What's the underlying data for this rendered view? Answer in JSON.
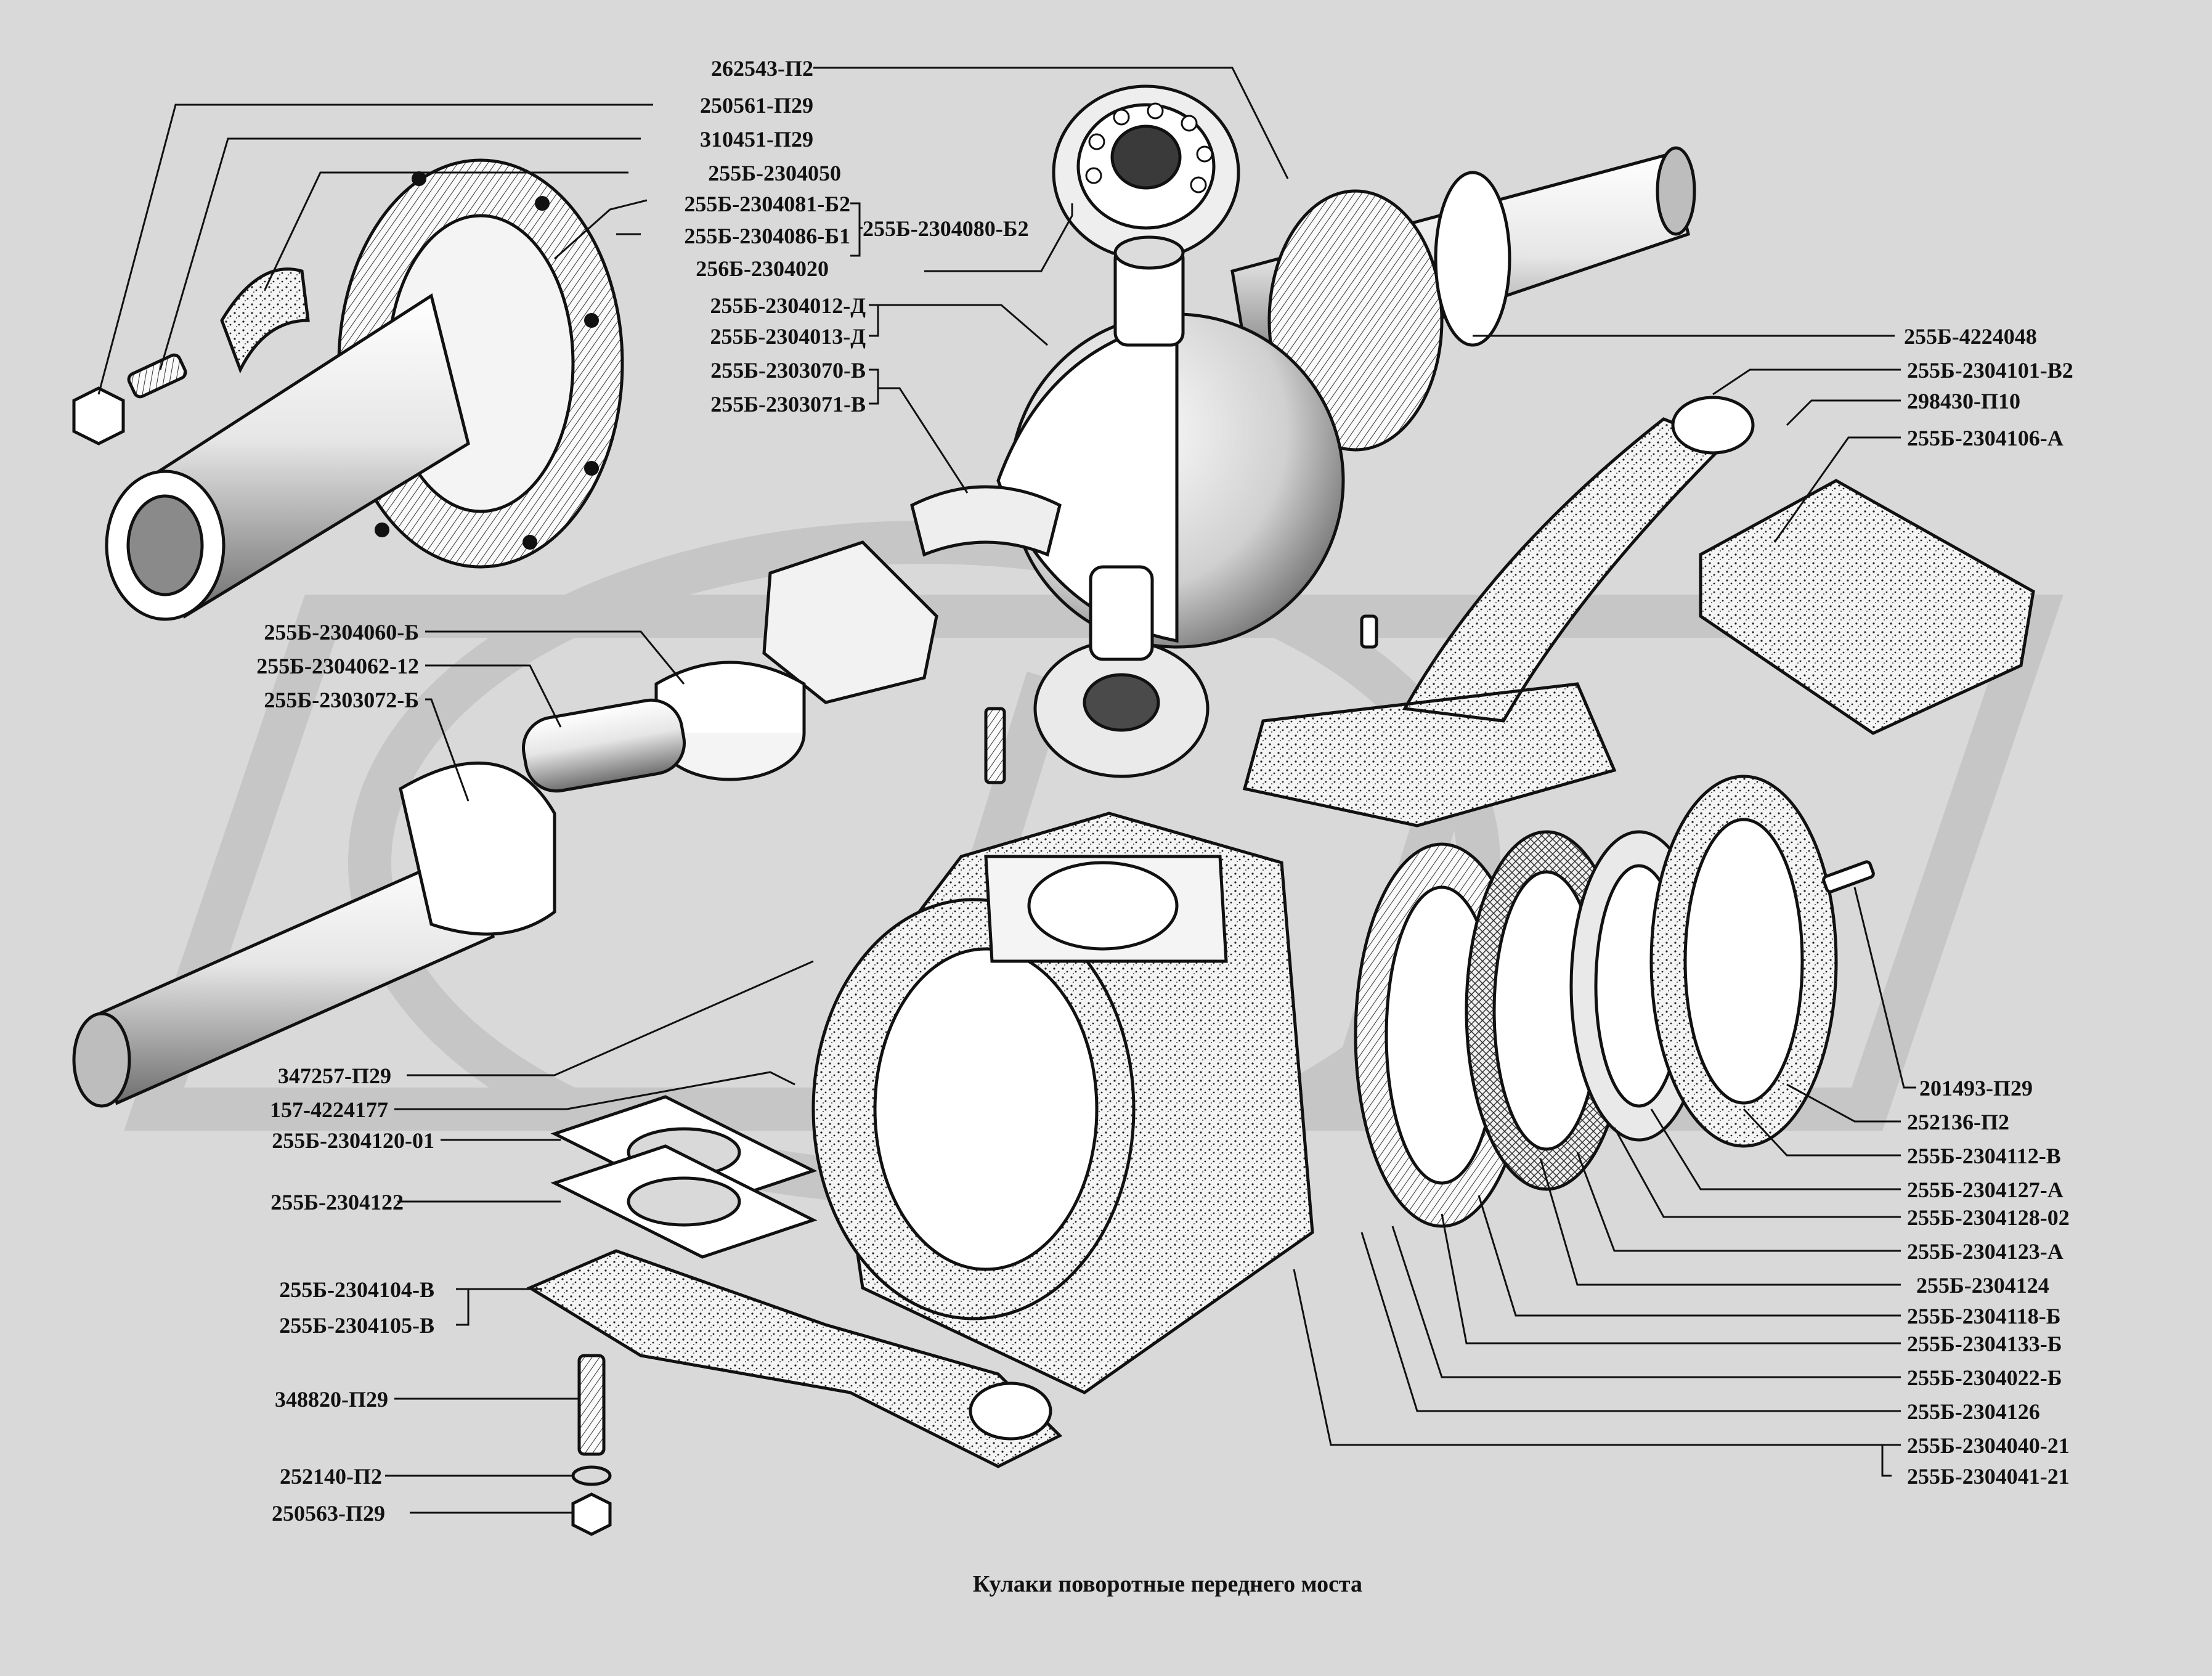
{
  "caption": "Кулаки поворотные переднего моста",
  "colors": {
    "background": "#d9d9d9",
    "ink": "#111111",
    "watermark": "#c6c6c6",
    "part_fill": "#ffffff",
    "shade": "#8c8c8c"
  },
  "labels_left": [
    "262543-П2",
    "250561-П29",
    "310451-П29",
    "255Б-2304050",
    "255Б-2304081-Б2",
    "255Б-2304086-Б1",
    "256Б-2304020",
    "255Б-2304012-Д",
    "255Б-2304013-Д",
    "255Б-2303070-В",
    "255Б-2303071-В",
    "255Б-2304060-Б",
    "255Б-2304062-12",
    "255Б-2303072-Б",
    "347257-П29",
    "157-4224177",
    "255Б-2304120-01",
    "255Б-2304122",
    "255Б-2304104-В",
    "255Б-2304105-В",
    "348820-П29",
    "252140-П2",
    "250563-П29"
  ],
  "label_group": "255Б-2304080-Б2",
  "labels_right": [
    "255Б-4224048",
    "255Б-2304101-В2",
    "298430-П10",
    "255Б-2304106-А",
    "201493-П29",
    "252136-П2",
    "255Б-2304112-В",
    "255Б-2304127-А",
    "255Б-2304128-02",
    "255Б-2304123-А",
    "255Б-2304124",
    "255Б-2304118-Б",
    "255Б-2304133-Б",
    "255Б-2304022-Б",
    "255Б-2304126",
    "255Б-2304040-21",
    "255Б-2304041-21"
  ]
}
